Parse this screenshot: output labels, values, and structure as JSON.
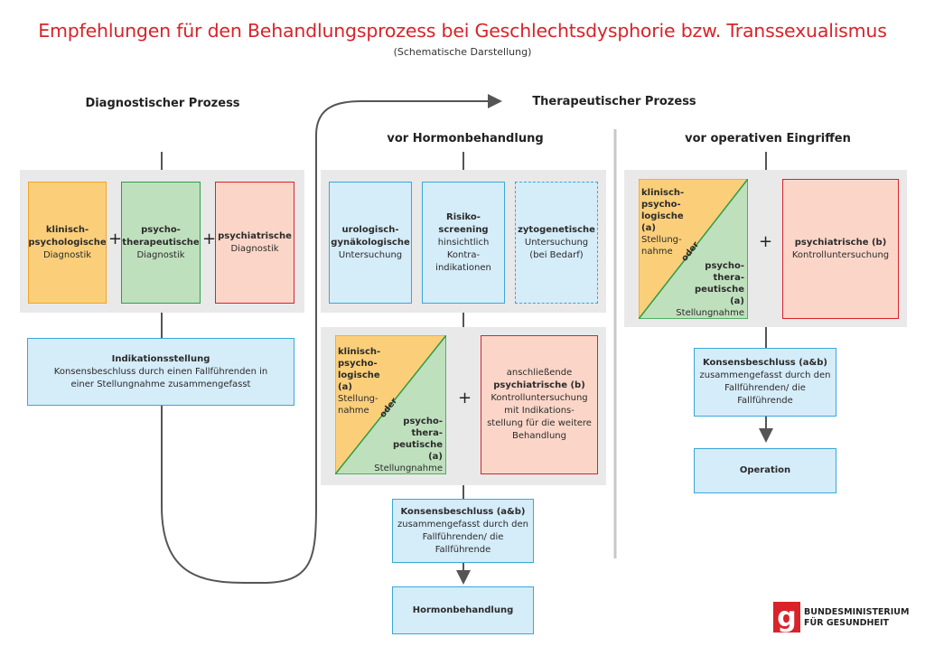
{
  "title": "Empfehlungen für den Behandlungsprozess bei Geschlechtsdysphorie bzw. Transsexualismus",
  "subtitle": "(Schematische Darstellung)",
  "headers": {
    "diagnostic": "Diagnostischer Prozess",
    "therapeutic": "Therapeutischer Prozess",
    "before_hormone": "vor Hormonbehandlung",
    "before_surgery": "vor operativen Eingriffen"
  },
  "diagnostic": {
    "box1_bold": "klinisch-psychologische",
    "box1_text": "Diagnostik",
    "box2_bold": "psycho-therapeutische",
    "box2_text": "Diagnostik",
    "box3_bold": "psychiatrische",
    "box3_text": "Diagnostik",
    "plus": "+",
    "indication_bold": "Indikationsstellung",
    "indication_text": "Konsensbeschluss durch einen Fallführenden in einer Stellungnahme zusammengefasst"
  },
  "hormone": {
    "exam1_bold": "urologisch-gynäkologische",
    "exam1_text": "Untersuchung",
    "exam2_bold": "Risiko-screening",
    "exam2_text": "hinsichtlich Kontra-indikationen",
    "exam3_bold": "zytogenetische",
    "exam3_text": "Untersuchung (bei Bedarf)",
    "tri_a_bold": "klinisch-psycho-logische (a)",
    "tri_a_text": "Stellung-nahme",
    "oder": "oder",
    "tri_b_bold": "psycho-thera-peutische (a)",
    "tri_b_text": "Stellungnahme",
    "plus": "+",
    "psych_pre": "anschließende",
    "psych_bold": "psychiatrische (b)",
    "psych_text": "Kontrolluntersuchung mit Indikations-stellung für die weitere Behandlung",
    "consensus_bold": "Konsensbeschluss (a&b)",
    "consensus_text": "zusammengefasst durch den Fallführenden/ die Fallführende",
    "result": "Hormonbehandlung"
  },
  "surgery": {
    "tri_a_bold": "klinisch-psycho-logische (a)",
    "tri_a_text": "Stellung-nahme",
    "oder": "oder",
    "tri_b_bold": "psycho-thera-peutische (a)",
    "tri_b_text": "Stellungnahme",
    "plus": "+",
    "psych_bold": "psychiatrische (b)",
    "psych_text": "Kontrolluntersuchung",
    "consensus_bold": "Konsensbeschluss (a&b)",
    "consensus_text": "zusammengefasst durch den Fallführenden/ die Fallführende",
    "result": "Operation"
  },
  "logo": {
    "glyph": "g",
    "line1": "BUNDESMINISTERIUM",
    "line2": "FÜR GESUNDHEIT"
  },
  "colors": {
    "title": "#d8232a",
    "orange": "#fbcf7a",
    "green": "#bfe0bd",
    "red": "#fbd6c8",
    "blue": "#d5ecf9"
  }
}
